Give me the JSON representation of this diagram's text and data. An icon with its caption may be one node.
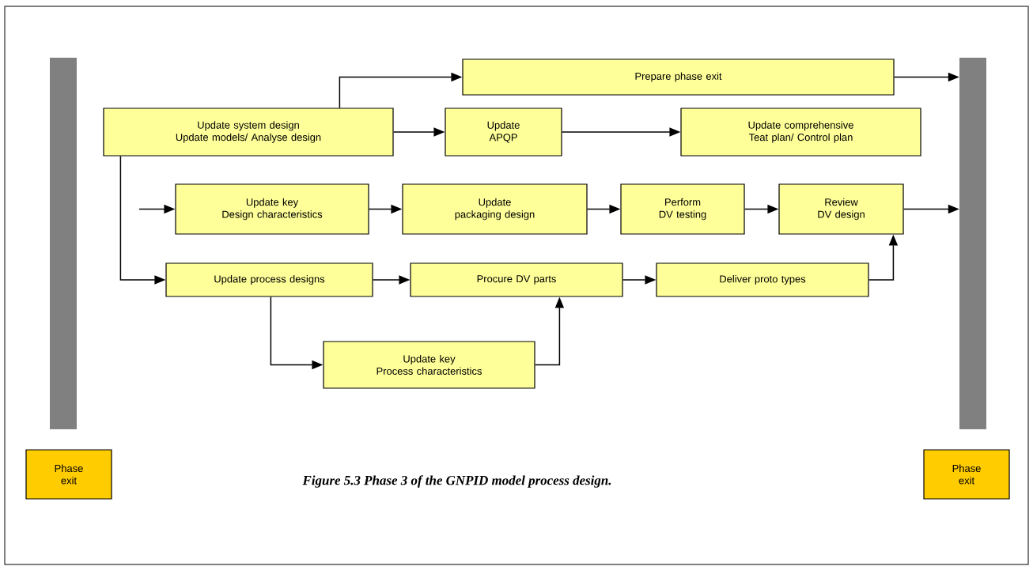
{
  "diagram": {
    "caption": "Figure 5.3 Phase 3 of the GNPID model process design.",
    "nodes": [
      {
        "text": [],
        "shape": "bar"
      },
      {
        "text": [
          "Prepare phase exit"
        ]
      },
      {
        "text": [],
        "shape": "bar"
      },
      {
        "text": [
          "Update system design",
          "Update models/ Analyse design"
        ]
      },
      {
        "text": [
          "Update APQP"
        ]
      },
      {
        "text": [
          "Update comprehensive Teat plan/ Control plan"
        ]
      },
      {
        "text": [
          "Update key",
          "Design characteristics"
        ]
      },
      {
        "text": [
          "Update packaging design"
        ]
      },
      {
        "text": [
          "Perform DV testing"
        ]
      },
      {
        "text": [
          "Review",
          "DV design"
        ]
      },
      {
        "text": [
          "Update process designs"
        ]
      },
      {
        "text": [
          "Procure DV parts"
        ]
      },
      {
        "text": [
          "Deliver proto types"
        ]
      },
      {
        "text": [
          "Update key",
          "Process characteristics"
        ]
      },
      {
        "text": [
          "Phase exit"
        ]
      },
      {
        "text": [
          "Phase exit"
        ]
      }
    ],
    "edges": [
      {
        "from": 3,
        "to": 1,
        "arrow": "to"
      },
      {
        "from": 1,
        "to": 2,
        "arrow": "to"
      },
      {
        "from": 3,
        "to": 4,
        "arrow": "to"
      },
      {
        "from": 4,
        "to": 5,
        "arrow": "to"
      },
      {
        "from": null,
        "to": 6,
        "arrow": "to"
      },
      {
        "from": 6,
        "to": 7,
        "arrow": "to"
      },
      {
        "from": 7,
        "to": 8,
        "arrow": "to"
      },
      {
        "from": 8,
        "to": 9,
        "arrow": "to"
      },
      {
        "from": 9,
        "to": 2,
        "arrow": "to"
      },
      {
        "from": 3,
        "to": 10,
        "arrow": "to"
      },
      {
        "from": 10,
        "to": 11,
        "arrow": "to"
      },
      {
        "from": 11,
        "to": 12,
        "arrow": "to"
      },
      {
        "from": 12,
        "to": 9,
        "arrow": "to"
      },
      {
        "from": 10,
        "to": 13,
        "arrow": "to"
      },
      {
        "from": 13,
        "to": 11,
        "arrow": "to"
      }
    ]
  }
}
